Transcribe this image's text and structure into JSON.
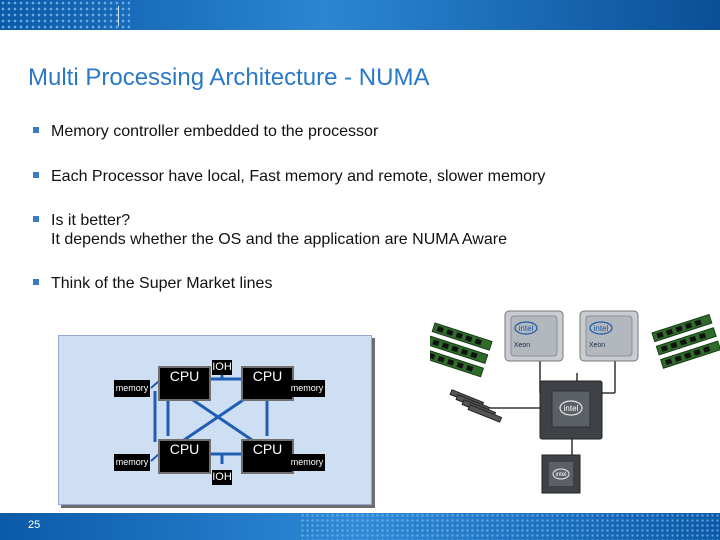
{
  "slide": {
    "title": "Multi Processing Architecture - NUMA",
    "bullets": [
      {
        "text": "Memory controller embedded to the processor"
      },
      {
        "text": "Each Processor have local, Fast memory and remote, slower memory"
      },
      {
        "text": "Is it better?",
        "text2": "It depends whether the OS and the application are NUMA Aware"
      },
      {
        "text": "Think of the Super Market lines"
      }
    ],
    "page_number": "25"
  },
  "diagram": {
    "cpu_label": "CPU",
    "memory_label": "memory",
    "ioh_label": "IOH"
  },
  "hardware": {
    "processor_brand": "intel",
    "processor_line": "Xeon"
  },
  "colors": {
    "title": "#2a78c8",
    "banner": "#0b5aa8",
    "diagram_bg": "#cfdff3",
    "link_line": "#1f5fb3"
  }
}
